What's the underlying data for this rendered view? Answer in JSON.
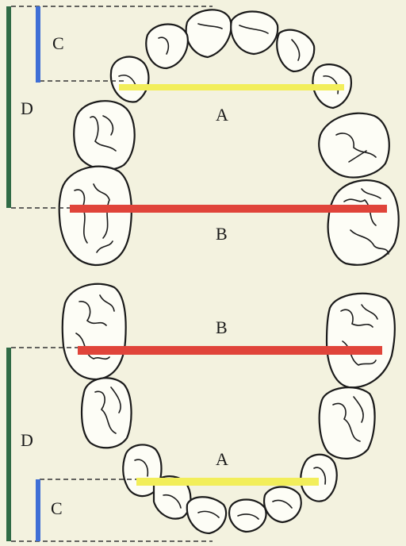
{
  "labels": {
    "upper_A": "A",
    "upper_B": "B",
    "upper_C": "C",
    "upper_D": "D",
    "lower_A": "A",
    "lower_B": "B",
    "lower_C": "C",
    "lower_D": "D"
  },
  "colors": {
    "measure_A": "#f2ee5a",
    "measure_B": "#e0443a",
    "measure_C": "#3f6fd6",
    "measure_D": "#2f6b45",
    "background": "#f3f2df"
  }
}
